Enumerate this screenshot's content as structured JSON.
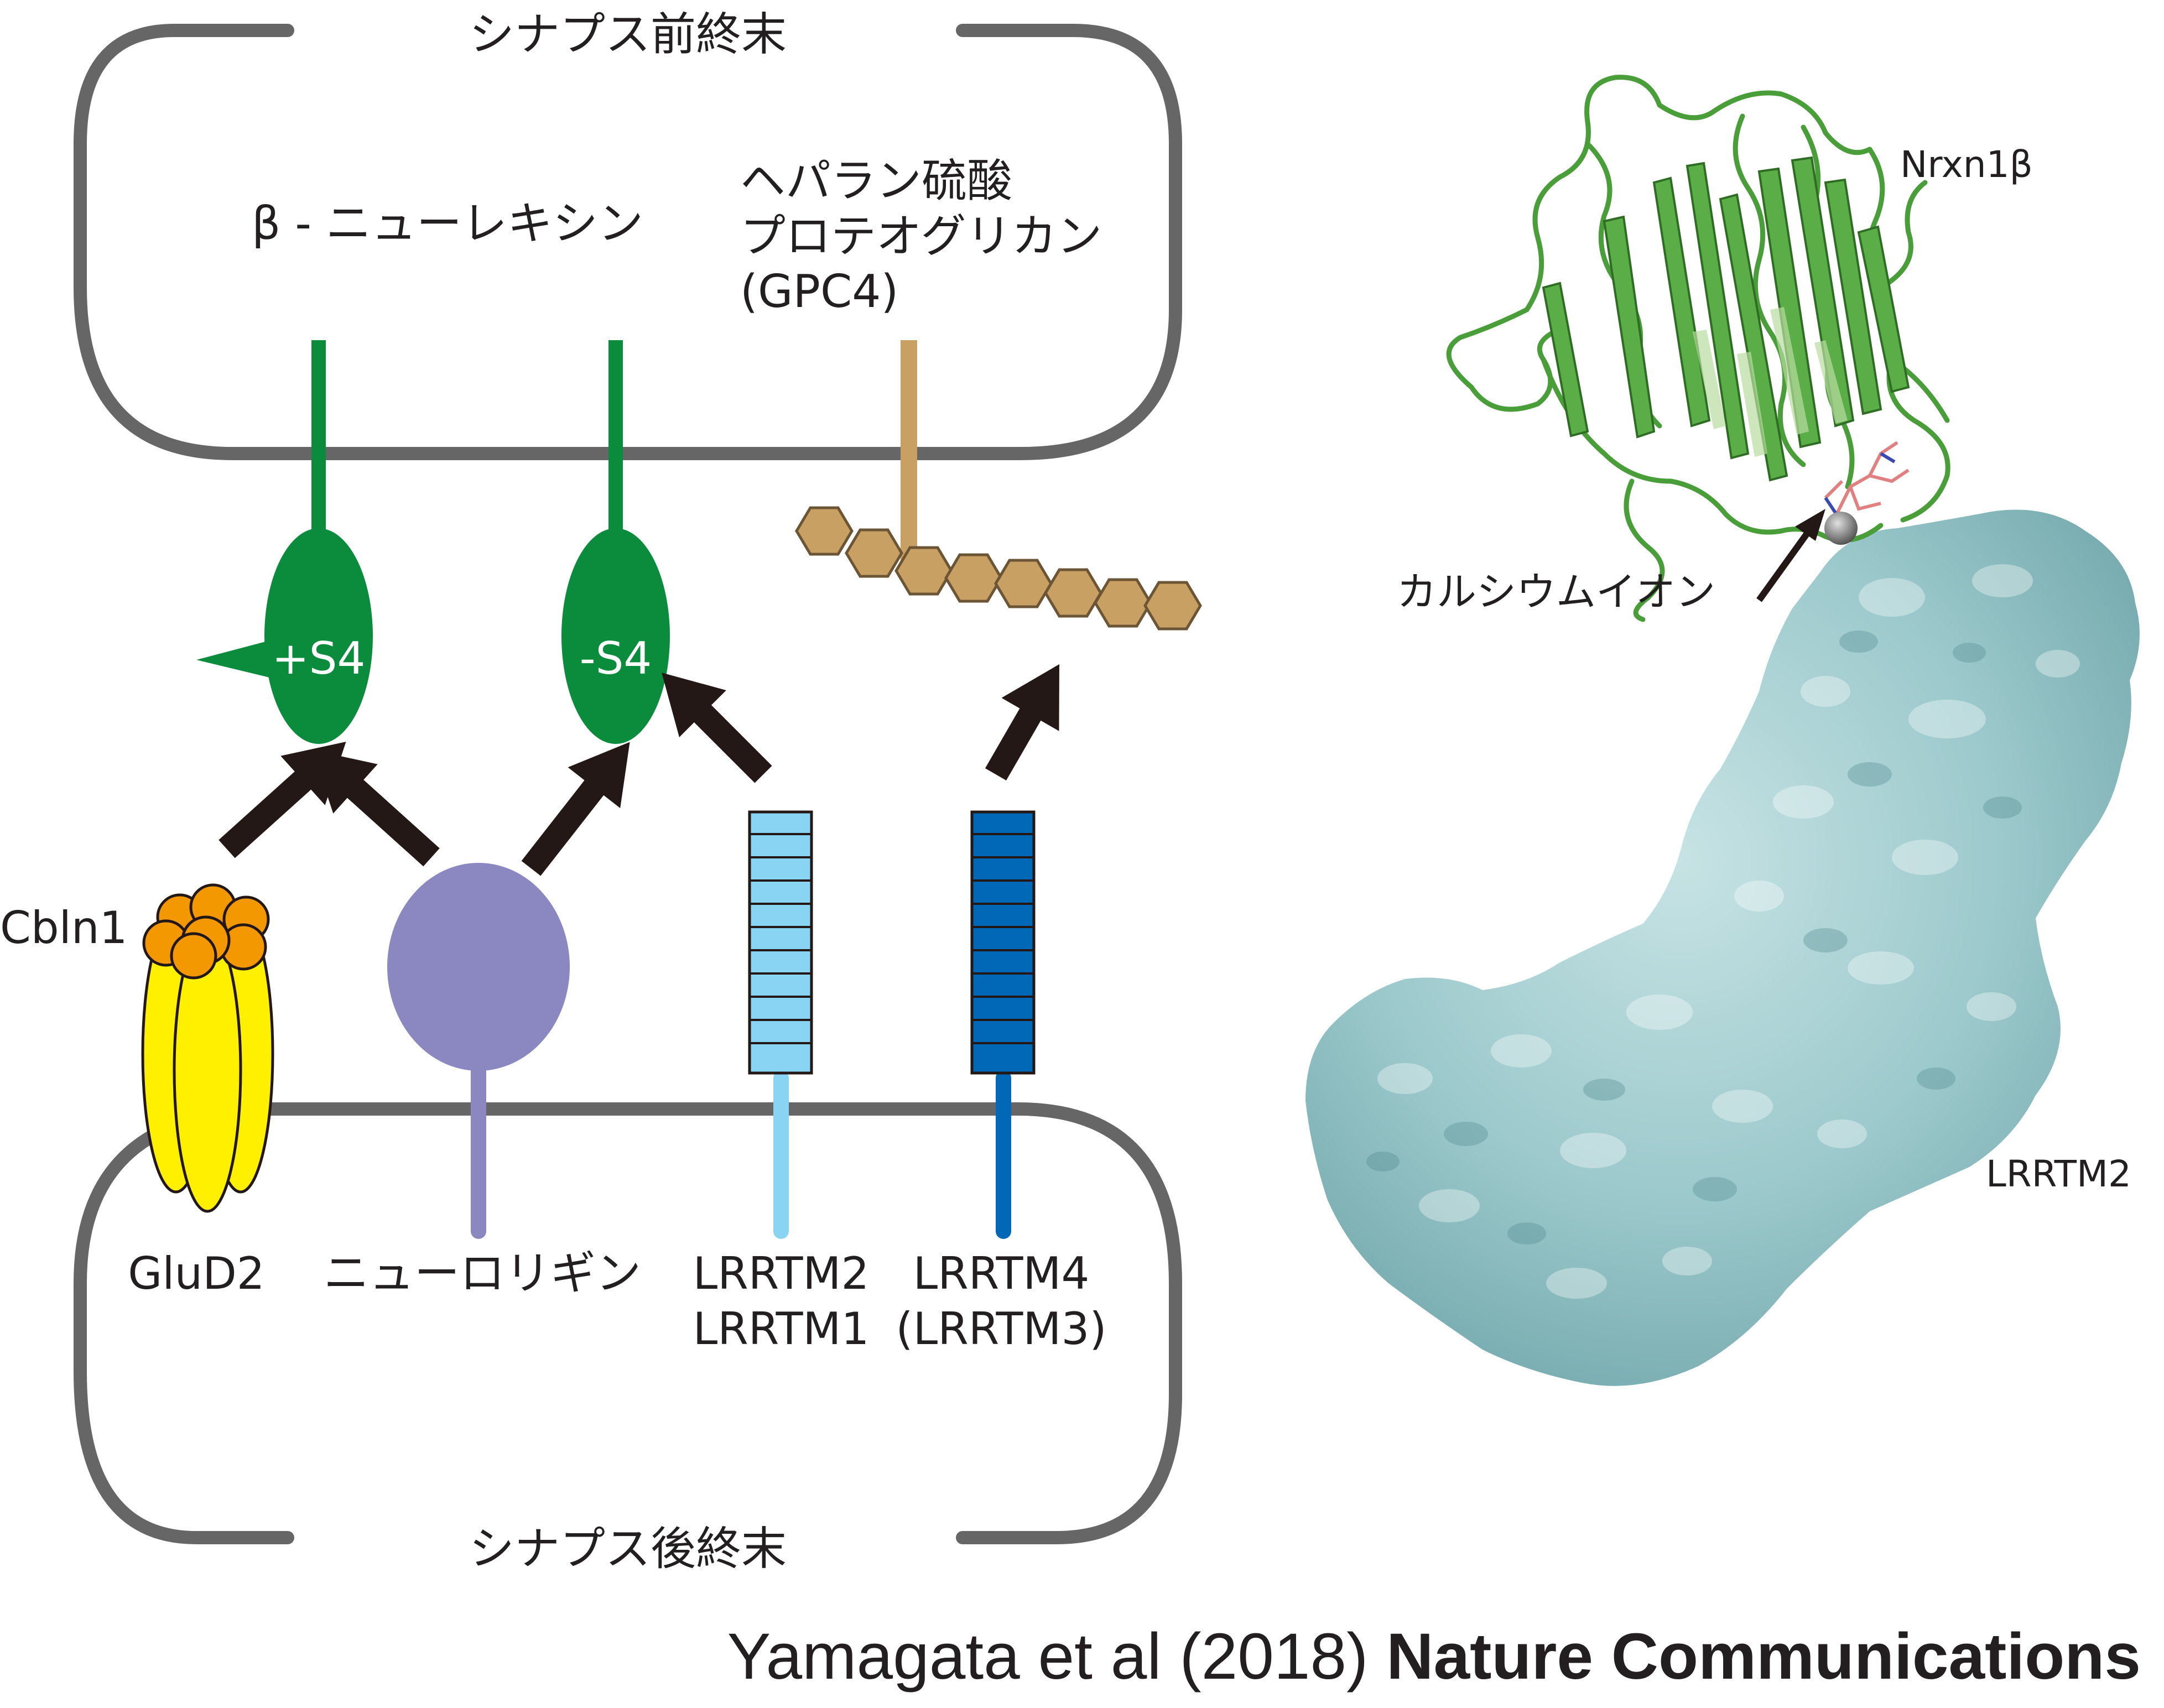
{
  "labels": {
    "presynaptic": "シナプス前終末",
    "postsynaptic": "シナプス後終末",
    "beta_neurexin": "β - ニューレキシン",
    "hspg_line1": "ヘパラン硫酸",
    "hspg_line2": "プロテオグリカン",
    "hspg_line3": "(GPC4)",
    "plus_s4": "+S4",
    "minus_s4": "-S4",
    "cbln1": "Cbln1",
    "glud2": "GluD2",
    "neuroligin": "ニューロリギン",
    "lrrtm2_1_line1": "LRRTM2",
    "lrrtm2_1_line2": "LRRTM1",
    "lrrtm4_3_line1": "LRRTM4",
    "lrrtm4_3_line2": "(LRRTM3)",
    "nrxn1b": "Nrxn1β",
    "calcium_ion": "カルシウムイオン",
    "lrrtm2_structure": "LRRTM2"
  },
  "citation": {
    "authors": "Yamagata et al (2018) ",
    "journal": "Nature Communications"
  },
  "colors": {
    "membrane": "#666666",
    "neurexin": "#0a8c3c",
    "hspg": "#c9a063",
    "cbln1": "#f39800",
    "glud2": "#fff000",
    "neuroligin": "#8b87c0",
    "lrrtm_light": "#89d3f3",
    "lrrtm_dark": "#0068b7",
    "arrow": "#231815",
    "protein_green": "#4a9e3a",
    "surface_teal": "#9cc9cc"
  }
}
